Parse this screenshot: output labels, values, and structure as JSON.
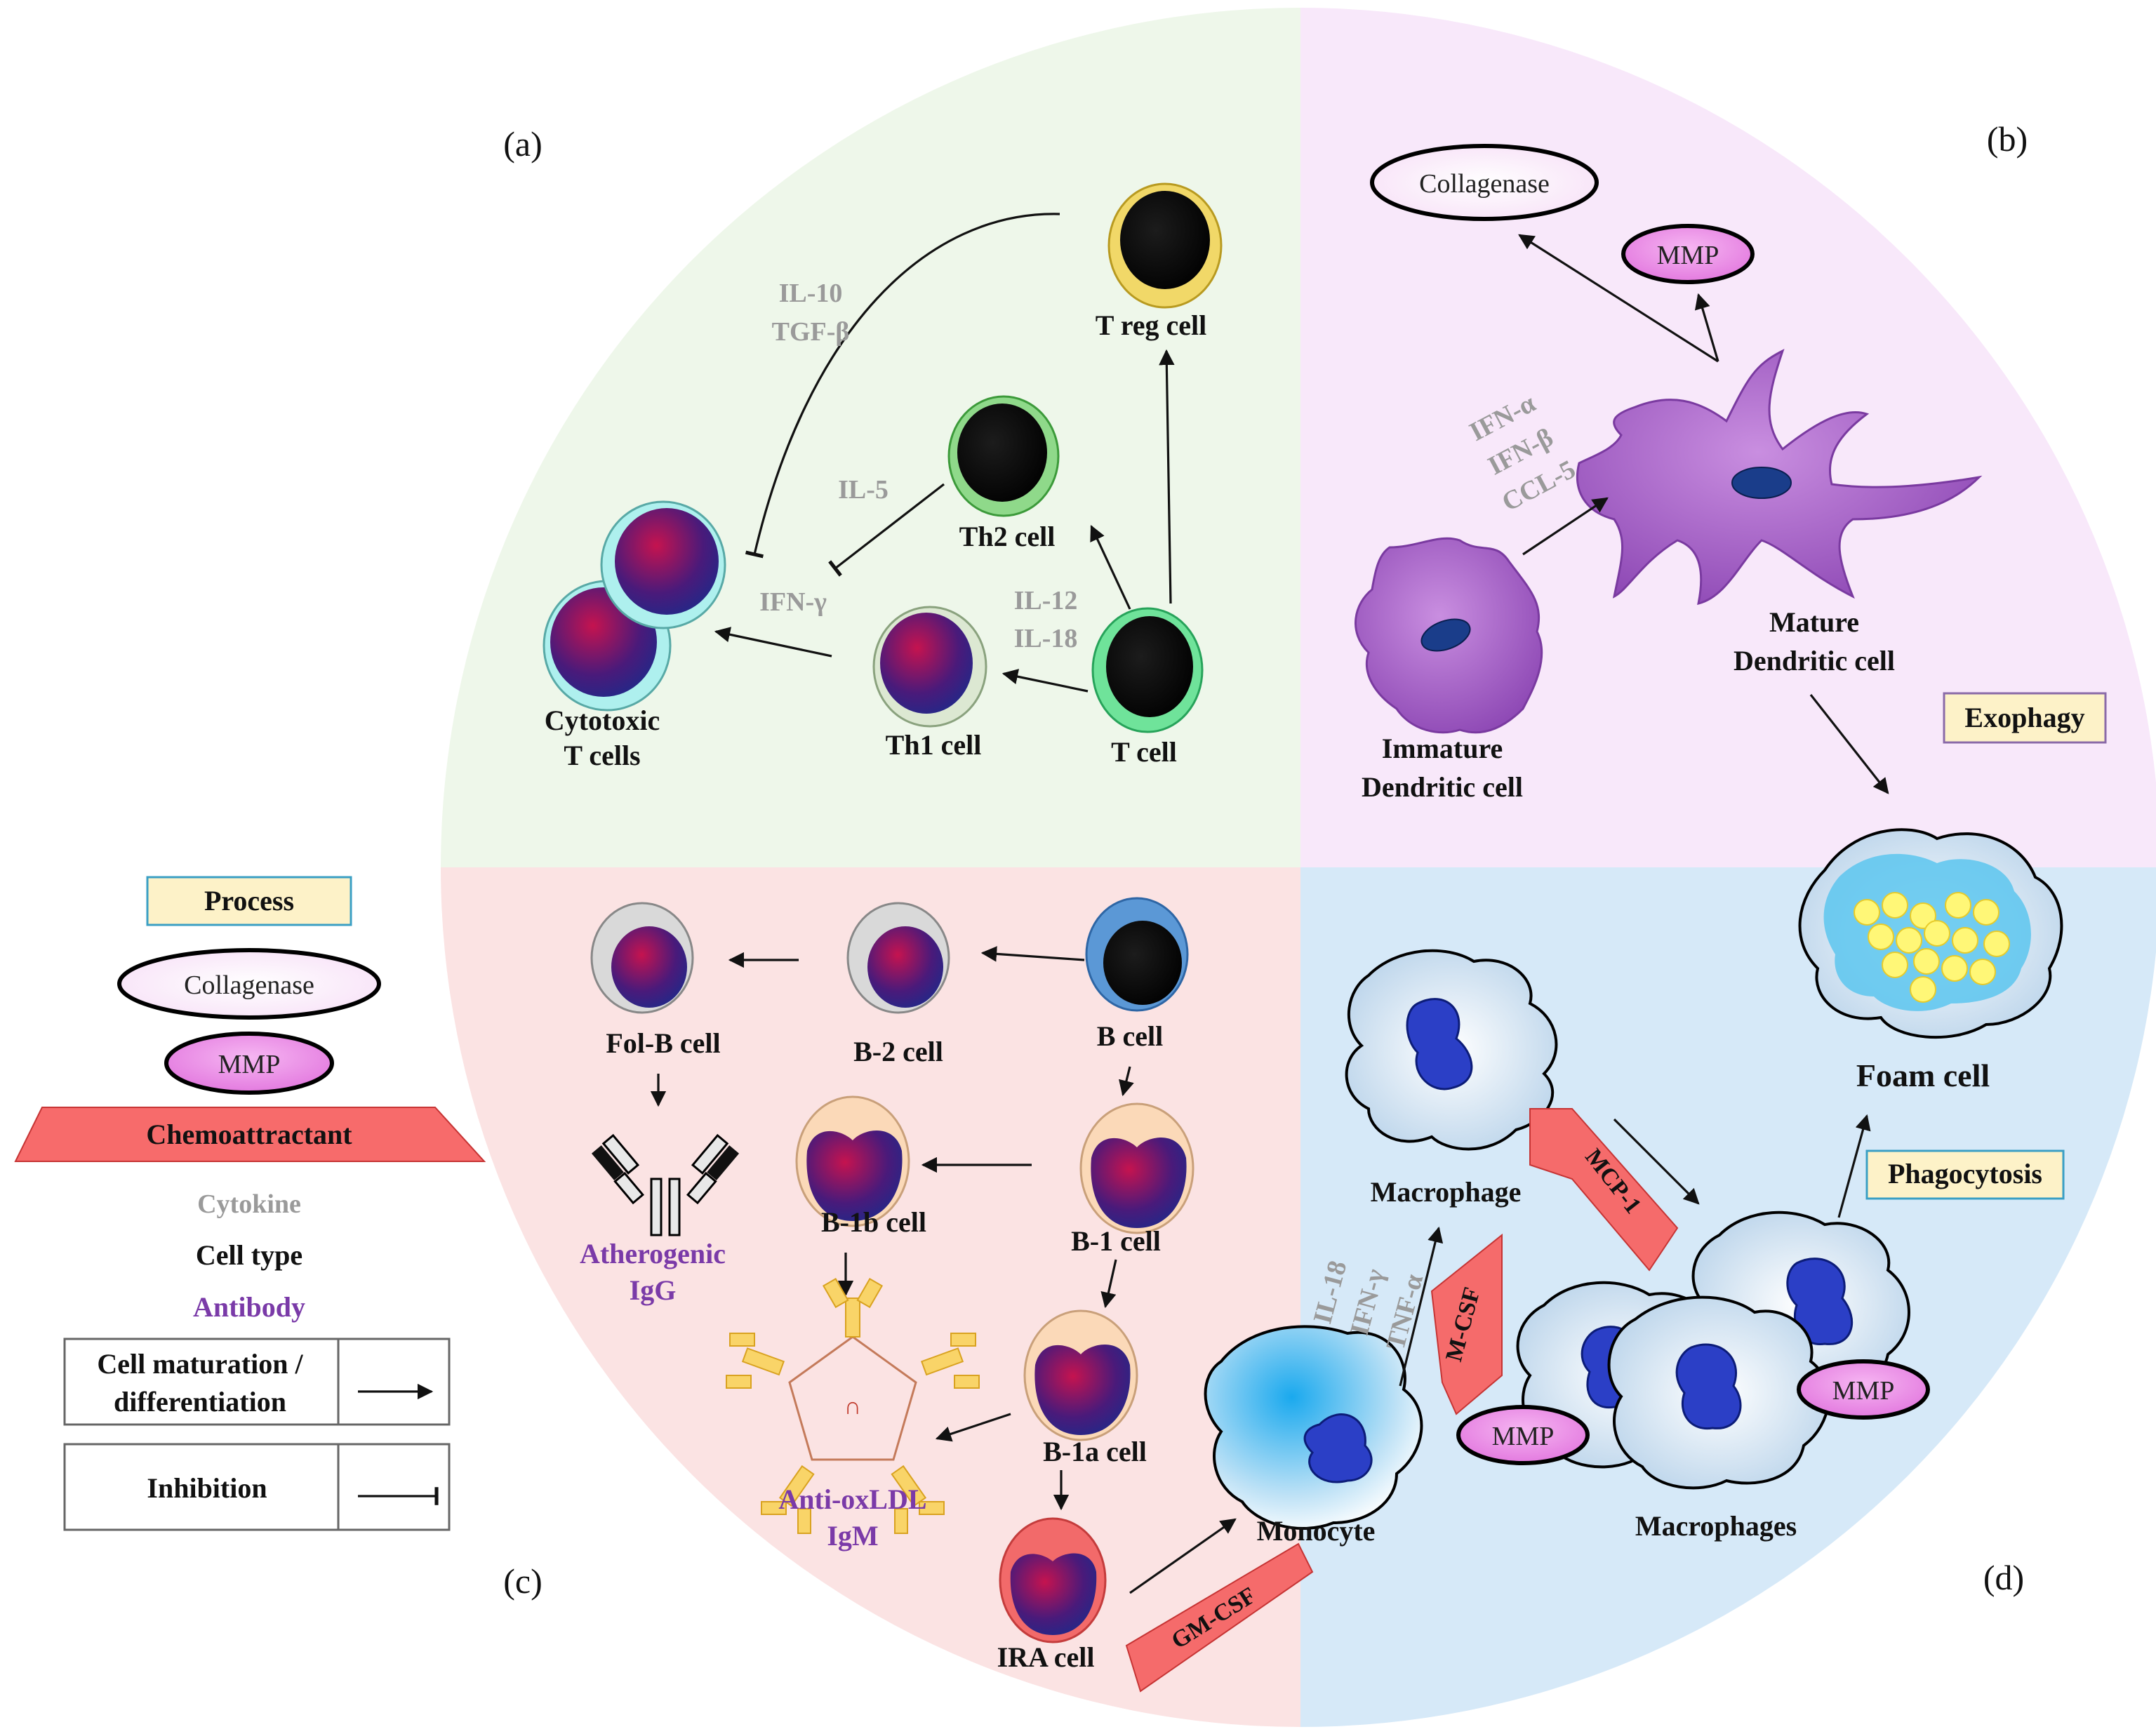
{
  "colors": {
    "panel_a": "#eef7ea",
    "panel_b": "#f8e8fa",
    "panel_c": "#fbe3e3",
    "panel_d": "#d6e9f8",
    "process_box": "#fdf2c8",
    "chemoattractant": "#f76b6b",
    "mmp": "#e87ee6",
    "cytokine_text": "#9a9a9a",
    "antibody_text": "#7a3aa8"
  },
  "panels": {
    "a": "(a)",
    "b": "(b)",
    "c": "(c)",
    "d": "(d)"
  },
  "legend": {
    "process": "Process",
    "collagenase": "Collagenase",
    "mmp": "MMP",
    "chemoattractant": "Chemoattractant",
    "cytokine": "Cytokine",
    "cell_type": "Cell type",
    "antibody": "Antibody",
    "maturation_line1": "Cell maturation /",
    "maturation_line2": "differentiation",
    "inhibition": "Inhibition"
  },
  "panel_a": {
    "treg": "T reg cell",
    "th2": "Th2 cell",
    "th1": "Th1 cell",
    "tcell": "T cell",
    "cytotoxic_line1": "Cytotoxic",
    "cytotoxic_line2": "T cells",
    "il10": "IL-10",
    "tgfb": "TGF-β",
    "il5": "IL-5",
    "ifng": "IFN-γ",
    "il12": "IL-12",
    "il18": "IL-18"
  },
  "panel_b": {
    "collagenase": "Collagenase",
    "mmp": "MMP",
    "ifna": "IFN-α",
    "ifnb": "IFN-β",
    "ccl5": "CCL-5",
    "mature_line1": "Mature",
    "mature_line2": "Dendritic cell",
    "immature_line1": "Immature",
    "immature_line2": "Dendritic cell",
    "exophagy": "Exophagy"
  },
  "panel_c": {
    "folb": "Fol-B cell",
    "b2": "B-2 cell",
    "bcell": "B cell",
    "b1b": "B-1b cell",
    "b1": "B-1 cell",
    "b1a": "B-1a cell",
    "ira": "IRA cell",
    "igg_line1": "Atherogenic",
    "igg_line2": "IgG",
    "igm_line1": "Anti-oxLDL",
    "igm_line2": "IgM",
    "gmcsf": "GM-CSF"
  },
  "panel_d": {
    "foam": "Foam cell",
    "phagocytosis": "Phagocytosis",
    "macrophage": "Macrophage",
    "macrophages": "Macrophages",
    "monocyte": "Monocyte",
    "mcp1": "MCP-1",
    "mcsf": "M-CSF",
    "il18": "IL-18",
    "ifng": "IFN-γ",
    "tnfa": "TNF-α",
    "mmp1": "MMP",
    "mmp2": "MMP"
  }
}
